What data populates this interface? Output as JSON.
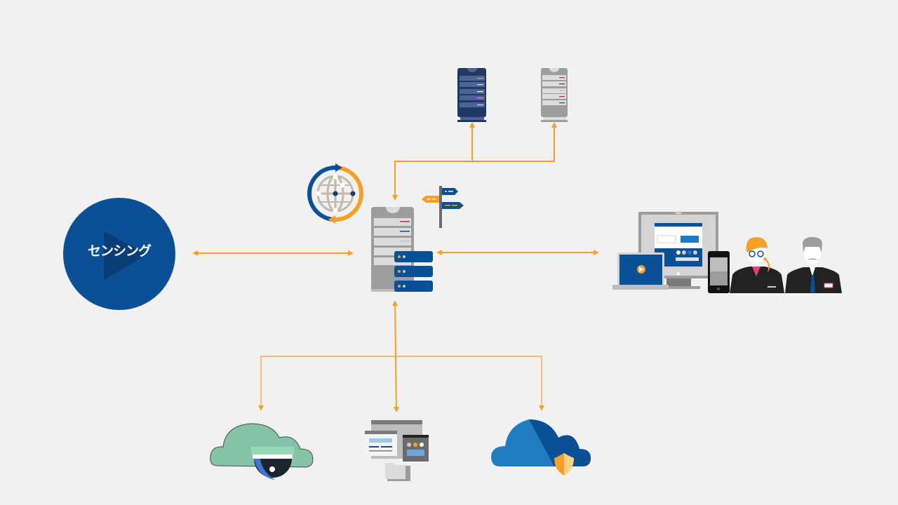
{
  "diagram": {
    "sensing_node": {
      "label": "センシング",
      "icon": "play-icon"
    },
    "colors": {
      "background": "#f1f1f1",
      "arrow": "#f6a025",
      "primary_blue": "#0a5096",
      "dark_navy": "#1f3864",
      "gray": "#9d9d9d"
    },
    "nodes": [
      {
        "id": "sensing",
        "icon": "play-circle-icon"
      },
      {
        "id": "central-server",
        "icon": "server-stack-icon"
      },
      {
        "id": "global-sync",
        "icon": "globe-sync-icon"
      },
      {
        "id": "routing",
        "icon": "signpost-icon"
      },
      {
        "id": "server-dark",
        "icon": "server-tower-icon"
      },
      {
        "id": "server-gray",
        "icon": "server-tower-icon"
      },
      {
        "id": "devices-users",
        "icon": "devices-people-icon"
      },
      {
        "id": "cloud-camera",
        "icon": "cloud-camera-icon"
      },
      {
        "id": "app-windows",
        "icon": "app-windows-icon"
      },
      {
        "id": "cloud-security",
        "icon": "cloud-shield-icon"
      }
    ],
    "edges": [
      {
        "from": "sensing",
        "to": "central-server",
        "direction": "both"
      },
      {
        "from": "central-server",
        "to": "devices-users",
        "direction": "both"
      },
      {
        "from": "server-dark",
        "to": "central-server",
        "direction": "both"
      },
      {
        "from": "server-gray",
        "to": "central-server",
        "direction": "both"
      },
      {
        "from": "central-server",
        "to": "cloud-camera",
        "direction": "both"
      },
      {
        "from": "central-server",
        "to": "app-windows",
        "direction": "both"
      },
      {
        "from": "central-server",
        "to": "cloud-security",
        "direction": "both"
      }
    ]
  }
}
